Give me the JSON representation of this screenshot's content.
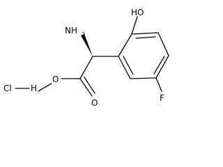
{
  "molecule": {
    "labels": {
      "hydroxyl": "HO",
      "amine": "NH",
      "amine_subscript": "2",
      "fluorine": "F",
      "ester_oxygen": "O",
      "carbonyl_oxygen": "O",
      "chlorine": "Cl",
      "hydrogen": "H"
    }
  }
}
